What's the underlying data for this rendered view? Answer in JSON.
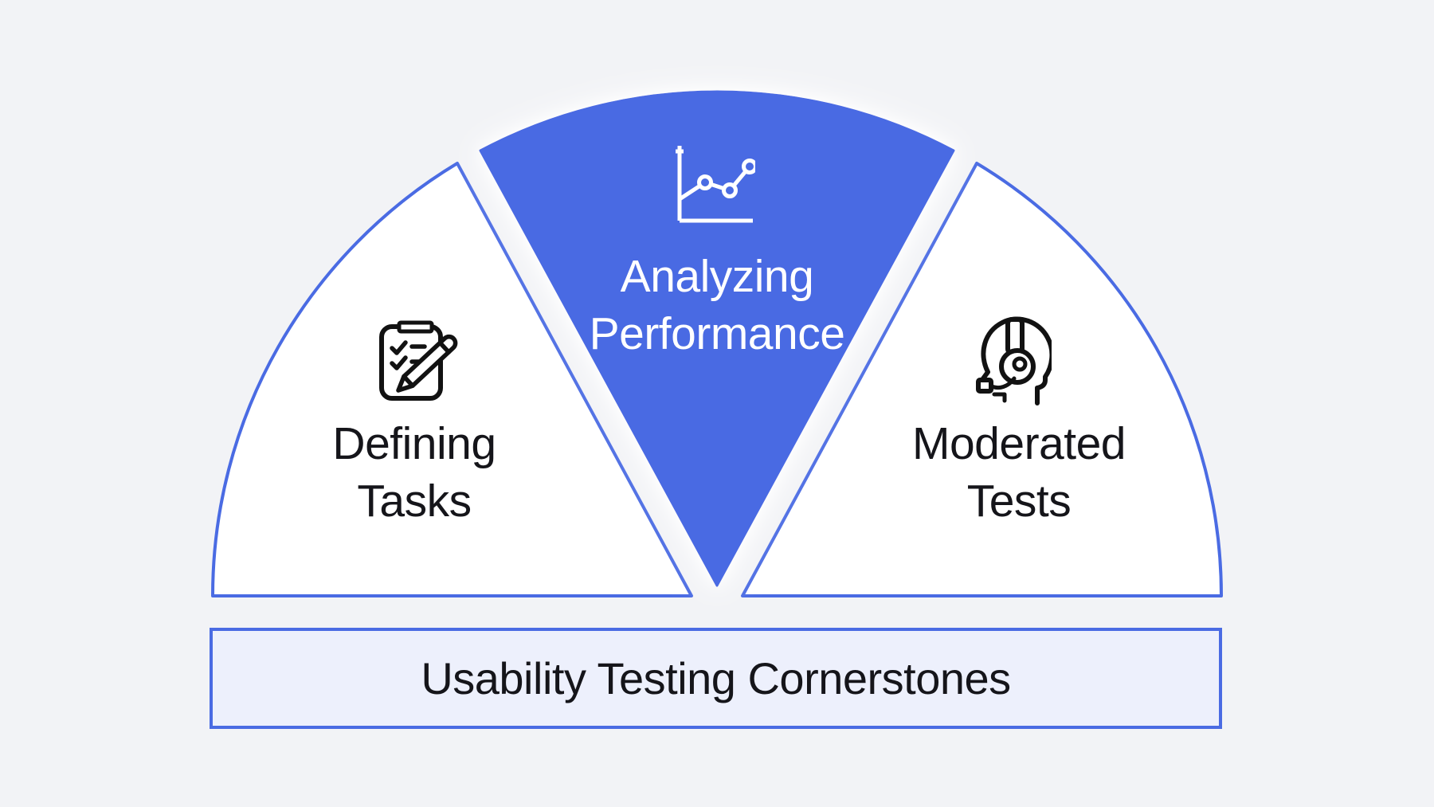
{
  "diagram_title": "Usability Testing Cornerstones",
  "colors": {
    "background": "#F2F3F6",
    "accent_blue": "#4A6BE3",
    "wedge_white_fill": "#FFFFFF",
    "banner_fill": "#EDF0FC",
    "text_dark": "#15151A",
    "text_light": "#FFFFFF"
  },
  "wedges": [
    {
      "id": "defining-tasks",
      "label_line1": "Defining",
      "label_line2": "Tasks",
      "icon": "clipboard-checklist-pencil-icon",
      "highlighted": false
    },
    {
      "id": "analyzing-performance",
      "label_line1": "Analyzing",
      "label_line2": "Performance",
      "icon": "line-chart-icon",
      "highlighted": true
    },
    {
      "id": "moderated-tests",
      "label_line1": "Moderated",
      "label_line2": "Tests",
      "icon": "headset-person-icon",
      "highlighted": false
    }
  ],
  "bar": {
    "label": "Usability Testing Cornerstones"
  }
}
